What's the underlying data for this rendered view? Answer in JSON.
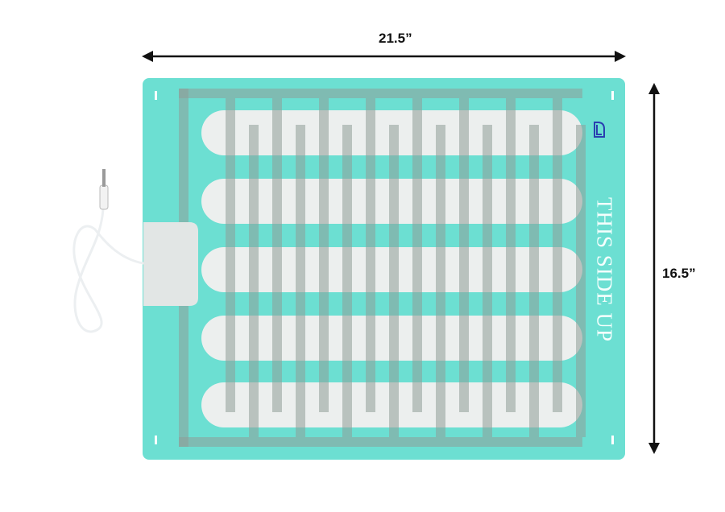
{
  "dimensions": {
    "width_label": "21.5”",
    "height_label": "16.5”"
  },
  "mat": {
    "print_text": "THIS SIDE UP",
    "color": "#6cdfd2",
    "logo_color": "#2a3fb0"
  }
}
